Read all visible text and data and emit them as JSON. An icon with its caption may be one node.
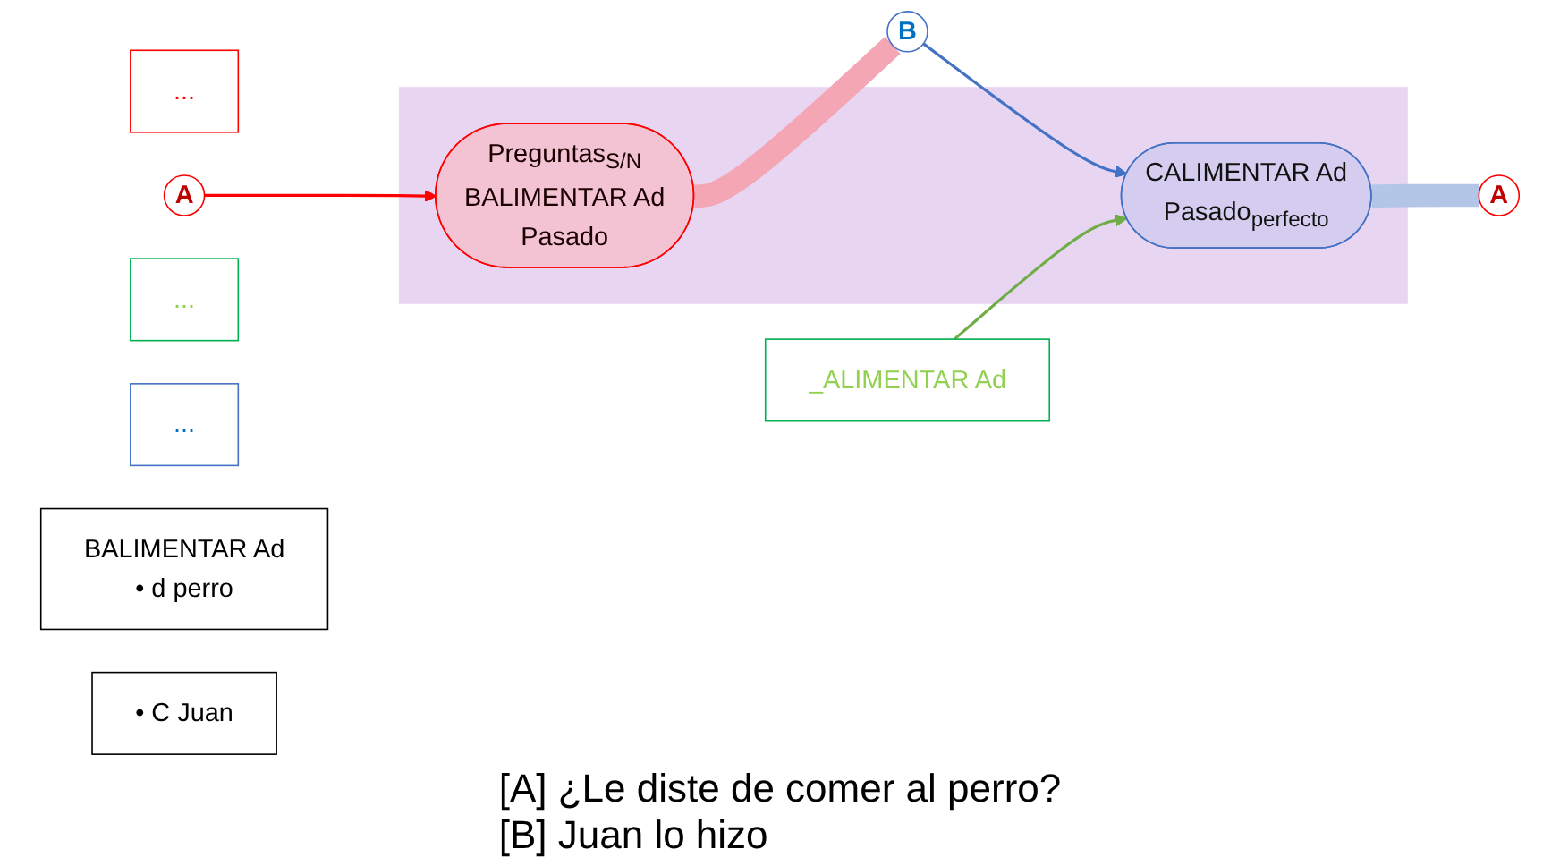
{
  "diagram": {
    "nodes": [
      {
        "text": [
          "..."
        ]
      },
      {
        "text": [],
        "shape": "box"
      },
      {
        "text": [
          "A"
        ]
      },
      {
        "text": [
          "Preguntas$_{S/N}$",
          "BALIMENTAR Ad",
          "Pasado"
        ],
        "in": 1
      },
      {
        "text": [
          "..."
        ]
      },
      {
        "text": [
          "..."
        ]
      },
      {
        "text": [
          "B"
        ]
      },
      {
        "text": [
          "BALIMENTAR Ad",
          "• d perro"
        ]
      },
      {
        "text": [
          "• C Juan"
        ]
      },
      {
        "text": [
          "CALIMENTAR Ad",
          "Pasado$_{perfecto}$"
        ],
        "in": 1
      },
      {
        "text": [
          "_ALIMENTAR Ad"
        ]
      },
      {
        "text": [
          "A"
        ]
      }
    ],
    "edges": [
      {
        "from": 2,
        "to": 3,
        "arrow": "to",
        "color": "#ff0000"
      },
      {
        "from": 3,
        "to": 6,
        "arrow": "none",
        "style": "thick",
        "color": "#f4a6b4"
      },
      {
        "from": 6,
        "to": 9,
        "arrow": "to",
        "color": "#4472c4"
      },
      {
        "from": 10,
        "to": 9,
        "arrow": "to",
        "color": "#70ad47"
      },
      {
        "from": 11,
        "to": 9,
        "arrow": "none",
        "style": "thick",
        "color": "#b4c6e7"
      }
    ],
    "labels": [
      "[A] ¿Le diste de comer al perro?",
      "[B] Juan lo hizo"
    ]
  }
}
